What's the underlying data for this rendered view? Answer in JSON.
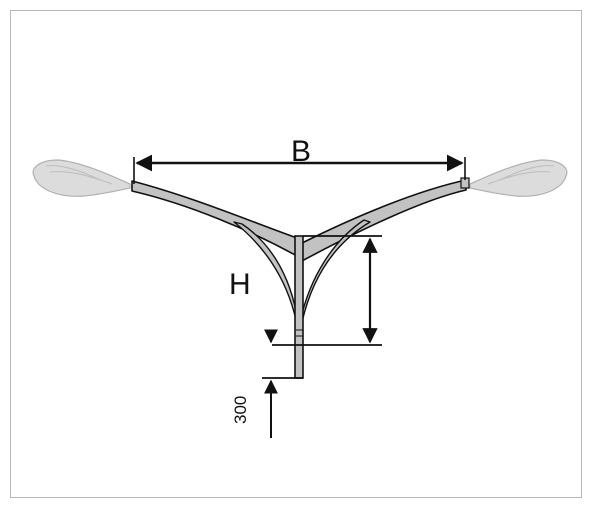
{
  "labels": {
    "width": "B",
    "height": "H",
    "offset": "300"
  },
  "colors": {
    "frame": "#b8b8b8",
    "arm_fill": "#c2c2c2",
    "outline": "#111111",
    "lamp": "#d8d8d8",
    "lamp_outline": "#b0b0b0"
  }
}
